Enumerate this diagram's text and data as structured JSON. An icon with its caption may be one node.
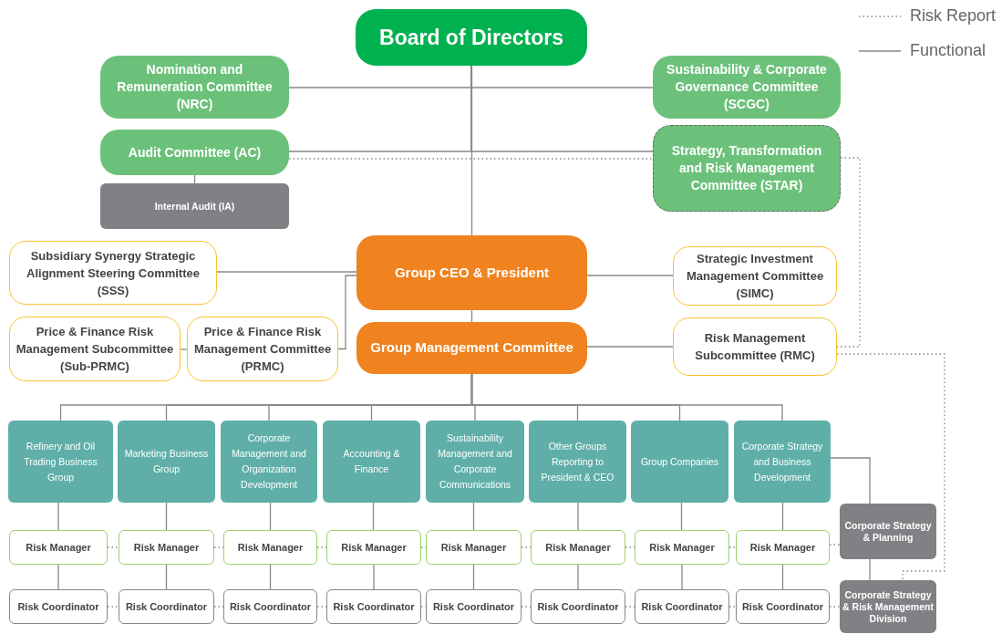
{
  "diagram": {
    "nodes": [
      {
        "text": [
          "Board of Directors"
        ]
      },
      {
        "text": [
          "Nomination and Remuneration Committee (NRC)"
        ]
      },
      {
        "text": [
          "Sustainability & Corporate Governance Committee (SCGC)"
        ]
      },
      {
        "text": [
          "Audit Committee (AC)"
        ]
      },
      {
        "text": [
          "Internal Audit (IA)"
        ]
      },
      {
        "text": [
          "Strategy, Transformation and Risk Management Committee (STAR)"
        ]
      },
      {
        "text": [
          "Subsidiary Synergy Strategic Alignment Steering Committee (SSS)"
        ]
      },
      {
        "text": [
          "Group CEO & President"
        ]
      },
      {
        "text": [
          "Strategic Investment Management Committee (SIMC)"
        ]
      },
      {
        "text": [
          "Price & Finance Risk Management Subcommittee (Sub-PRMC)"
        ]
      },
      {
        "text": [
          "Price & Finance Risk Management Committee (PRMC)"
        ]
      },
      {
        "text": [
          "Group Management Committee"
        ]
      },
      {
        "text": [
          "Risk Management Subcommittee (RMC)"
        ]
      },
      {
        "text": [
          "Refinery and Oil Trading Business Group"
        ]
      },
      {
        "text": [
          "Marketing Business Group"
        ]
      },
      {
        "text": [
          "Corporate Management and Organization Development"
        ]
      },
      {
        "text": [
          "Accounting & Finance"
        ]
      },
      {
        "text": [
          "Sustainability Management and Corporate Communications"
        ]
      },
      {
        "text": [
          "Other Groups Reporting to President & CEO"
        ]
      },
      {
        "text": [
          "Group Companies"
        ]
      },
      {
        "text": [
          "Corporate Strategy and Business Development"
        ]
      },
      {
        "text": [
          "Risk Manager"
        ]
      },
      {
        "text": [
          "Risk Manager"
        ]
      },
      {
        "text": [
          "Risk Manager"
        ]
      },
      {
        "text": [
          "Risk Manager"
        ]
      },
      {
        "text": [
          "Risk Manager"
        ]
      },
      {
        "text": [
          "Risk Manager"
        ]
      },
      {
        "text": [
          "Risk Manager"
        ]
      },
      {
        "text": [
          "Risk Manager"
        ]
      },
      {
        "text": [
          "Risk Coordinator"
        ]
      },
      {
        "text": [
          "Risk Coordinator"
        ]
      },
      {
        "text": [
          "Risk Coordinator"
        ]
      },
      {
        "text": [
          "Risk Coordinator"
        ]
      },
      {
        "text": [
          "Risk Coordinator"
        ]
      },
      {
        "text": [
          "Risk Coordinator"
        ]
      },
      {
        "text": [
          "Risk Coordinator"
        ]
      },
      {
        "text": [
          "Risk Coordinator"
        ]
      },
      {
        "text": [
          "Corporate Strategy & Planning"
        ]
      },
      {
        "text": [
          "Corporate Strategy & Risk Management Division"
        ]
      }
    ],
    "edges": [
      {
        "from": 0,
        "to": 1,
        "arrow": "none"
      },
      {
        "from": 0,
        "to": 2,
        "arrow": "none"
      },
      {
        "from": 0,
        "to": 3,
        "arrow": "none"
      },
      {
        "from": 0,
        "to": 5,
        "arrow": "none"
      },
      {
        "from": 3,
        "to": 4,
        "arrow": "none"
      },
      {
        "from": 3,
        "to": 5,
        "arrow": "none",
        "style": "dashed"
      },
      {
        "from": 0,
        "to": 7,
        "arrow": "none"
      },
      {
        "from": 7,
        "to": 6,
        "arrow": "none"
      },
      {
        "from": 7,
        "to": 8,
        "arrow": "none"
      },
      {
        "from": 7,
        "to": 10,
        "arrow": "none"
      },
      {
        "from": 10,
        "to": 9,
        "arrow": "none"
      },
      {
        "from": 7,
        "to": 11,
        "arrow": "none"
      },
      {
        "from": 11,
        "to": 12,
        "arrow": "none"
      },
      {
        "from": 11,
        "to": 13,
        "arrow": "none"
      },
      {
        "from": 11,
        "to": 14,
        "arrow": "none"
      },
      {
        "from": 11,
        "to": 15,
        "arrow": "none"
      },
      {
        "from": 11,
        "to": 16,
        "arrow": "none"
      },
      {
        "from": 11,
        "to": 17,
        "arrow": "none"
      },
      {
        "from": 11,
        "to": 18,
        "arrow": "none"
      },
      {
        "from": 11,
        "to": 19,
        "arrow": "none"
      },
      {
        "from": 11,
        "to": 20,
        "arrow": "none"
      },
      {
        "from": 13,
        "to": 21,
        "arrow": "none"
      },
      {
        "from": 14,
        "to": 22,
        "arrow": "none"
      },
      {
        "from": 15,
        "to": 23,
        "arrow": "none"
      },
      {
        "from": 16,
        "to": 24,
        "arrow": "none"
      },
      {
        "from": 17,
        "to": 25,
        "arrow": "none"
      },
      {
        "from": 18,
        "to": 26,
        "arrow": "none"
      },
      {
        "from": 19,
        "to": 27,
        "arrow": "none"
      },
      {
        "from": 20,
        "to": 28,
        "arrow": "none"
      },
      {
        "from": 21,
        "to": 29,
        "arrow": "none"
      },
      {
        "from": 22,
        "to": 30,
        "arrow": "none"
      },
      {
        "from": 23,
        "to": 31,
        "arrow": "none"
      },
      {
        "from": 24,
        "to": 32,
        "arrow": "none"
      },
      {
        "from": 25,
        "to": 33,
        "arrow": "none"
      },
      {
        "from": 26,
        "to": 34,
        "arrow": "none"
      },
      {
        "from": 27,
        "to": 35,
        "arrow": "none"
      },
      {
        "from": 28,
        "to": 36,
        "arrow": "none"
      },
      {
        "from": 20,
        "to": 37,
        "arrow": "none"
      },
      {
        "from": 37,
        "to": 38,
        "arrow": "none"
      },
      {
        "from": 5,
        "to": 12,
        "arrow": "none",
        "style": "dashed"
      },
      {
        "from": 12,
        "to": 38,
        "arrow": "none",
        "style": "dashed"
      },
      {
        "from": 21,
        "to": 22,
        "arrow": "none",
        "style": "dashed"
      },
      {
        "from": 22,
        "to": 23,
        "arrow": "none",
        "style": "dashed"
      },
      {
        "from": 23,
        "to": 24,
        "arrow": "none",
        "style": "dashed"
      },
      {
        "from": 24,
        "to": 25,
        "arrow": "none",
        "style": "dashed"
      },
      {
        "from": 25,
        "to": 26,
        "arrow": "none",
        "style": "dashed"
      },
      {
        "from": 26,
        "to": 27,
        "arrow": "none",
        "style": "dashed"
      },
      {
        "from": 27,
        "to": 28,
        "arrow": "none",
        "style": "dashed"
      },
      {
        "from": 28,
        "to": 37,
        "arrow": "none",
        "style": "dashed"
      },
      {
        "from": 29,
        "to": 30,
        "arrow": "none",
        "style": "dashed"
      },
      {
        "from": 30,
        "to": 31,
        "arrow": "none",
        "style": "dashed"
      },
      {
        "from": 31,
        "to": 32,
        "arrow": "none",
        "style": "dashed"
      },
      {
        "from": 32,
        "to": 33,
        "arrow": "none",
        "style": "dashed"
      },
      {
        "from": 33,
        "to": 34,
        "arrow": "none",
        "style": "dashed"
      },
      {
        "from": 34,
        "to": 35,
        "arrow": "none",
        "style": "dashed"
      },
      {
        "from": 35,
        "to": 36,
        "arrow": "none",
        "style": "dashed"
      },
      {
        "from": 36,
        "to": 38,
        "arrow": "none",
        "style": "dashed"
      }
    ],
    "legend": [
      {
        "text": "Risk Report"
      },
      {
        "text": "Functional"
      }
    ]
  }
}
